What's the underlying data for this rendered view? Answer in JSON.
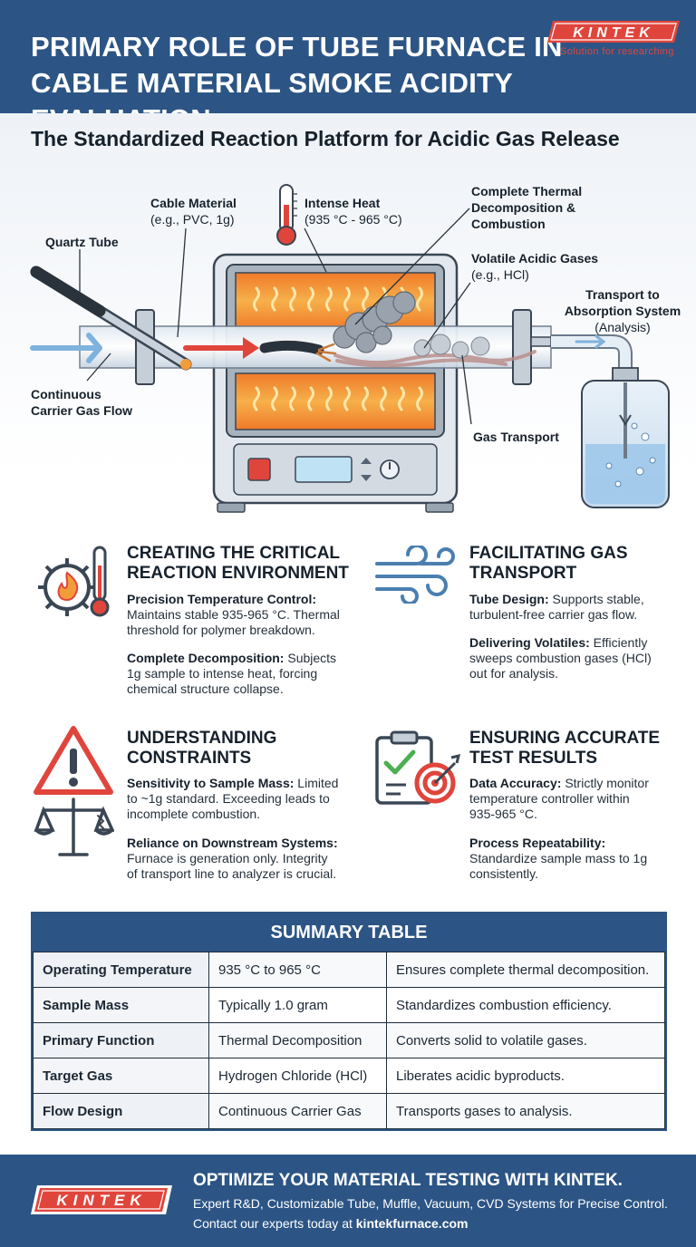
{
  "header": {
    "title_line1": "PRIMARY ROLE OF TUBE FURNACE IN",
    "title_line2": "CABLE MATERIAL SMOKE ACIDITY EVALUATION",
    "brand": "KINTEK",
    "brand_tagline": "Solution for researching"
  },
  "diagram": {
    "subtitle": "The Standardized Reaction Platform for Acidic Gas Release",
    "labels": {
      "quartz_tube": "Quartz Tube",
      "cable_material": "Cable Material",
      "cable_material_sub": "(e.g., PVC, 1g)",
      "intense_heat": "Intense Heat",
      "intense_heat_sub": "(935 °C - 965 °C)",
      "decomposition_1": "Complete Thermal",
      "decomposition_2": "Decomposition &",
      "decomposition_3": "Combustion",
      "acidic_gases": "Volatile Acidic Gases",
      "acidic_gases_sub": "(e.g., HCl)",
      "transport_1": "Transport to",
      "transport_2": "Absorption System",
      "transport_3": "(Analysis)",
      "carrier_1": "Continuous",
      "carrier_2": "Carrier Gas Flow",
      "gas_transport": "Gas Transport"
    }
  },
  "sections": {
    "environment": {
      "title_1": "CREATING THE CRITICAL",
      "title_2": "REACTION ENVIRONMENT",
      "item1_label": "Precision Temperature Control:",
      "item1_text_a": "Maintains stable 935-965 °C. Thermal",
      "item1_text_b": "threshold for polymer breakdown.",
      "item2_label": "Complete Decomposition:",
      "item2_text_a": "Subjects",
      "item2_text_b": "1g sample to intense heat, forcing",
      "item2_text_c": "chemical structure collapse."
    },
    "transport": {
      "title_1": "FACILITATING GAS",
      "title_2": "TRANSPORT",
      "item1_label": "Tube Design:",
      "item1_text_a": "Supports stable,",
      "item1_text_b": "turbulent-free carrier gas flow.",
      "item2_label": "Delivering Volatiles:",
      "item2_text_a": "Efficiently",
      "item2_text_b": "sweeps combustion gases (HCl)",
      "item2_text_c": "out for analysis."
    },
    "constraints": {
      "title_1": "UNDERSTANDING",
      "title_2": "CONSTRAINTS",
      "item1_label": "Sensitivity to Sample Mass:",
      "item1_text_a": "Limited",
      "item1_text_b": "to ~1g standard. Exceeding leads to",
      "item1_text_c": "incomplete combustion.",
      "item2_label": "Reliance on Downstream Systems:",
      "item2_text_a": "Furnace is generation only. Integrity",
      "item2_text_b": "of transport line to analyzer is crucial."
    },
    "accuracy": {
      "title_1": "ENSURING ACCURATE",
      "title_2": "TEST RESULTS",
      "item1_label": "Data Accuracy:",
      "item1_text_a": "Strictly monitor",
      "item1_text_b": "temperature controller within",
      "item1_text_c": "935-965 °C.",
      "item2_label": "Process Repeatability:",
      "item2_text_a": "Standardize sample mass to 1g",
      "item2_text_b": "consistently."
    }
  },
  "summary_table": {
    "title": "SUMMARY TABLE",
    "rows": [
      [
        "Operating Temperature",
        "935 °C to 965 °C",
        "Ensures complete thermal decomposition."
      ],
      [
        "Sample Mass",
        "Typically 1.0 gram",
        "Standardizes combustion efficiency."
      ],
      [
        "Primary Function",
        "Thermal Decomposition",
        "Converts solid to volatile gases."
      ],
      [
        "Target Gas",
        "Hydrogen Chloride (HCl)",
        "Liberates acidic byproducts."
      ],
      [
        "Flow Design",
        "Continuous Carrier Gas",
        "Transports gases to analysis."
      ]
    ]
  },
  "footer": {
    "brand": "KINTEK",
    "headline": "OPTIMIZE YOUR MATERIAL TESTING WITH KINTEK.",
    "line1": "Expert R&D, Customizable Tube, Muffle, Vacuum, CVD Systems for Precise Control.",
    "line2_prefix": "Contact our experts today at",
    "line2_link": "kintekfurnace.com"
  },
  "colors": {
    "header_blue": "#2c5585",
    "brand_red": "#e0453c",
    "heat_orange": "#f39c3a",
    "line_dark": "#1f2e3e"
  },
  "icons": [
    "thermometer-icon",
    "gear-flame-icon",
    "wind-flow-icon",
    "warning-icon",
    "balance-scale-icon",
    "clipboard-target-icon"
  ]
}
